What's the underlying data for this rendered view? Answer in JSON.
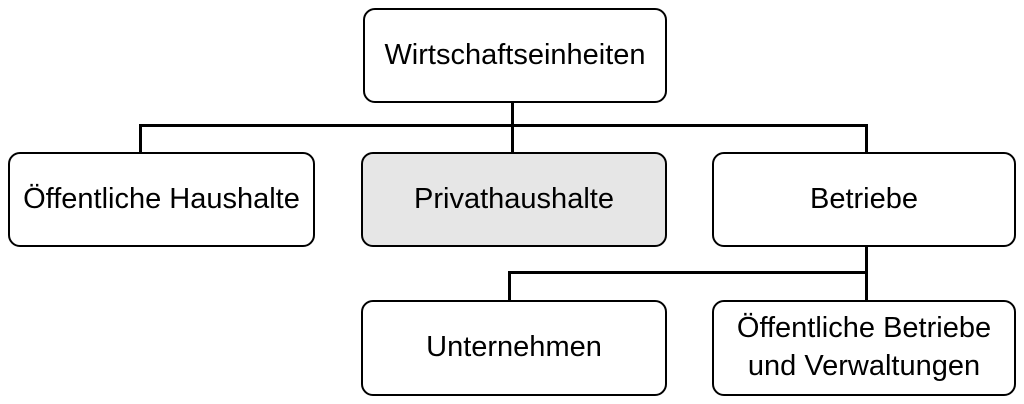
{
  "colors": {
    "stroke": "#000000",
    "node_fill": "#ffffff",
    "highlight_fill": "#e6e6e6",
    "background": "#ffffff",
    "text": "#000000"
  },
  "nodes": {
    "root": {
      "label": "Wirtschaftseinheiten",
      "highlighted": false
    },
    "public_households": {
      "label": "Öffentliche Haushalte",
      "highlighted": false
    },
    "private_households": {
      "label": "Privathaushalte",
      "highlighted": true
    },
    "betriebe": {
      "label": "Betriebe",
      "highlighted": false
    },
    "unternehmen": {
      "label": "Unternehmen",
      "highlighted": false
    },
    "public_betriebe": {
      "label": "Öffentliche Betriebe und Verwaltungen",
      "highlighted": false
    }
  },
  "edges": [
    {
      "from": "root",
      "to": "public_households"
    },
    {
      "from": "root",
      "to": "private_households"
    },
    {
      "from": "root",
      "to": "betriebe"
    },
    {
      "from": "betriebe",
      "to": "unternehmen"
    },
    {
      "from": "betriebe",
      "to": "public_betriebe"
    }
  ]
}
